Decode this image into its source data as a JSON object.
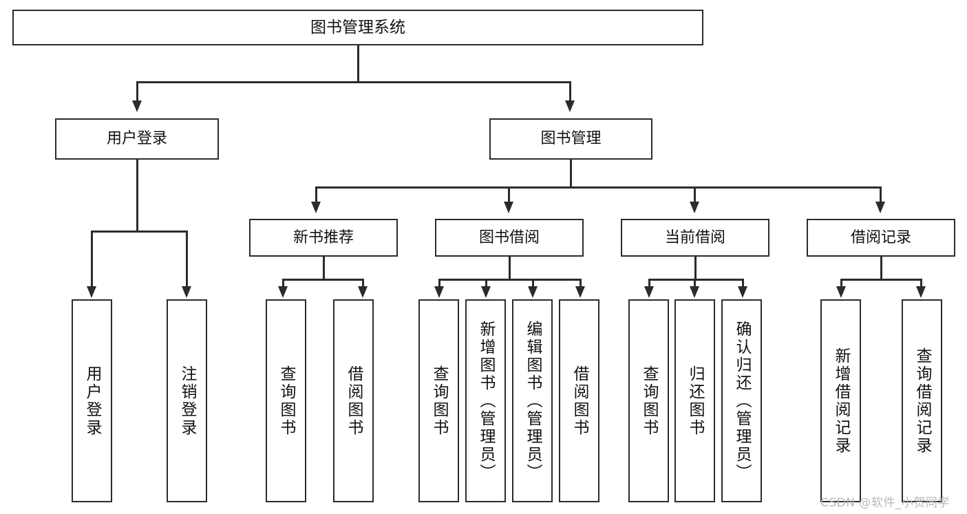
{
  "diagram": {
    "type": "tree",
    "title": "图书管理系统",
    "root": {
      "label": "图书管理系统"
    },
    "level2": [
      {
        "label": "用户登录"
      },
      {
        "label": "图书管理"
      }
    ],
    "level3": [
      {
        "label": "新书推荐"
      },
      {
        "label": "图书借阅"
      },
      {
        "label": "当前借阅"
      },
      {
        "label": "借阅记录"
      }
    ],
    "leaves": {
      "user_login": [
        {
          "label": "用户登录"
        },
        {
          "label": "注销登录"
        }
      ],
      "new_book": [
        {
          "label": "查询图书"
        },
        {
          "label": "借阅图书"
        }
      ],
      "borrow_book": [
        {
          "label": "查询图书"
        },
        {
          "label": "新增图书（管理员）"
        },
        {
          "label": "编辑图书（管理员）"
        },
        {
          "label": "借阅图书"
        }
      ],
      "current_borrow": [
        {
          "label": "查询图书"
        },
        {
          "label": "归还图书"
        },
        {
          "label": "确认归还（管理员）"
        }
      ],
      "borrow_record": [
        {
          "label": "新增借阅记录"
        },
        {
          "label": "查询借阅记录"
        }
      ]
    }
  },
  "watermark": {
    "text": "CSDN @软件_小贺同学"
  },
  "colors": {
    "stroke": "#2b2b2b",
    "background": "#ffffff",
    "text": "#111111",
    "watermark": "#b9b9b9"
  }
}
